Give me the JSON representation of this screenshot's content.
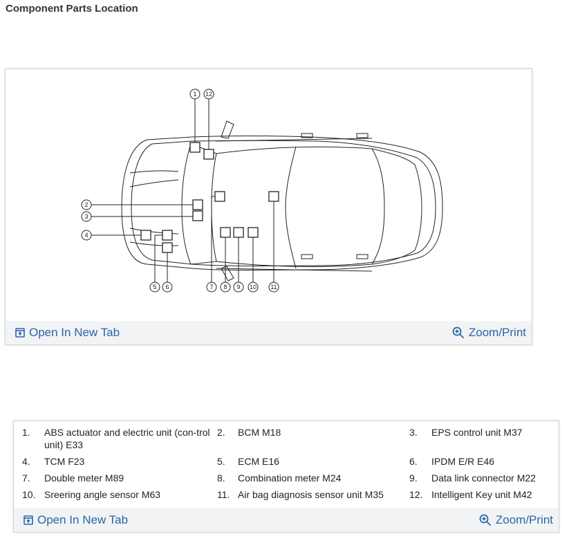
{
  "page": {
    "title": "Component Parts Location"
  },
  "diagram": {
    "callouts": [
      {
        "id": "c1",
        "label": "1"
      },
      {
        "id": "c12",
        "label": "12"
      },
      {
        "id": "c2",
        "label": "2"
      },
      {
        "id": "c3",
        "label": "3"
      },
      {
        "id": "c4",
        "label": "4"
      },
      {
        "id": "c5",
        "label": "5"
      },
      {
        "id": "c6",
        "label": "6"
      },
      {
        "id": "c7",
        "label": "7"
      },
      {
        "id": "c8",
        "label": "8"
      },
      {
        "id": "c9",
        "label": "9"
      },
      {
        "id": "c10",
        "label": "10"
      },
      {
        "id": "c11",
        "label": "11"
      }
    ]
  },
  "toolbar": {
    "open_label": "Open In New Tab",
    "zoom_label": "Zoom/Print",
    "open_icon": "open-in-new-tab-icon",
    "zoom_icon": "zoom-in-icon"
  },
  "legend": {
    "items": [
      {
        "num": "1.",
        "text": "ABS actuator and electric unit (con-trol unit) E33"
      },
      {
        "num": "2.",
        "text": "BCM M18"
      },
      {
        "num": "3.",
        "text": "EPS control unit M37"
      },
      {
        "num": "4.",
        "text": "TCM F23"
      },
      {
        "num": "5.",
        "text": "ECM E16"
      },
      {
        "num": "6.",
        "text": "IPDM E/R E46"
      },
      {
        "num": "7.",
        "text": "Double meter M89"
      },
      {
        "num": "8.",
        "text": "Combination meter M24"
      },
      {
        "num": "9.",
        "text": "Data link connector M22"
      },
      {
        "num": "10.",
        "text": "Sreering angle sensor M63"
      },
      {
        "num": "11.",
        "text": "Air bag diagnosis sensor unit M35"
      },
      {
        "num": "12.",
        "text": "Intelligent Key unit M42"
      }
    ]
  },
  "colors": {
    "link": "#2a64a8",
    "toolbar_bg": "#f2f3f5",
    "line": "#222222"
  }
}
